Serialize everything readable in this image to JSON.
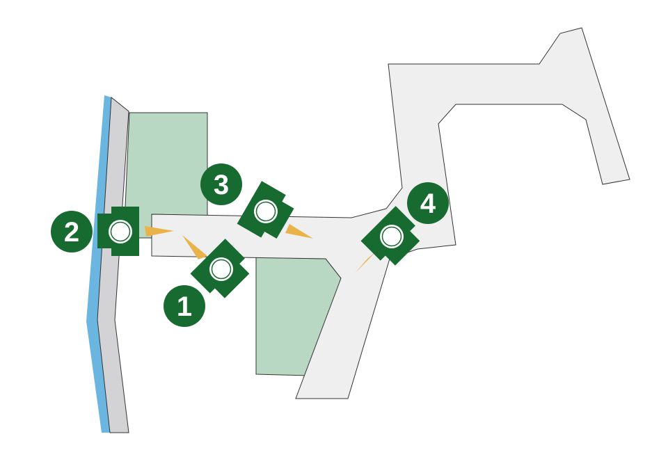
{
  "colors": {
    "camera": "#176b30",
    "building": "#b9d8c3",
    "road": "#efefef",
    "sidewalk": "#d3d3d6",
    "river": "#6bb6e0",
    "view_cone": "#e9b34a",
    "outline": "#333333"
  },
  "markers": [
    {
      "id": "1",
      "label": "1"
    },
    {
      "id": "2",
      "label": "2"
    },
    {
      "id": "3",
      "label": "3"
    },
    {
      "id": "4",
      "label": "4"
    }
  ]
}
